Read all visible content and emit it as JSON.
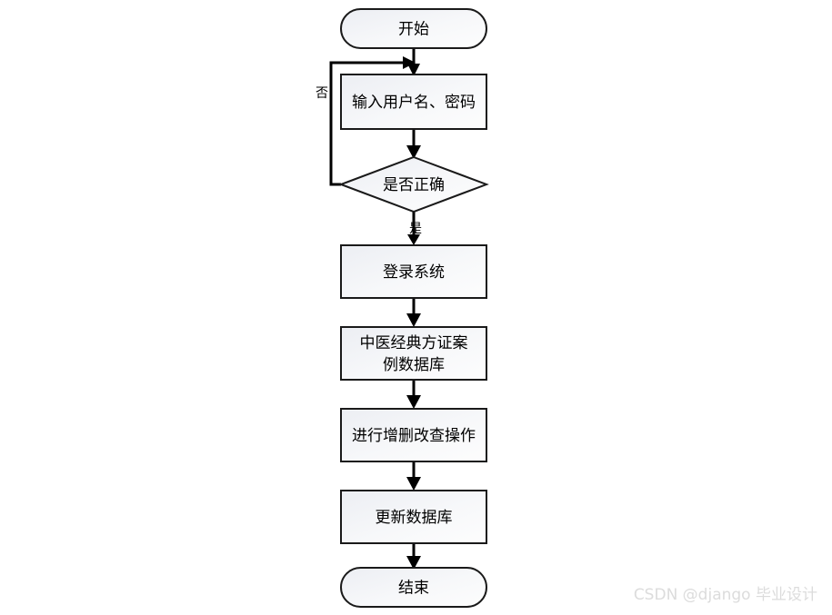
{
  "diagram": {
    "type": "flowchart",
    "orientation": "top-to-bottom",
    "background_color": "#ffffff",
    "node_fill_start": "#eceef3",
    "node_fill_end": "#fdfdfd",
    "node_border_color": "#1a1a1a",
    "edge_color": "#000000",
    "nodes": [
      {
        "id": "start",
        "shape": "stadium",
        "label": "开始"
      },
      {
        "id": "input",
        "shape": "rectangle",
        "label": "输入用户名、密码"
      },
      {
        "id": "decide",
        "shape": "diamond",
        "label": "是否正确"
      },
      {
        "id": "login",
        "shape": "rectangle",
        "label": "登录系统"
      },
      {
        "id": "db",
        "shape": "rectangle",
        "label_line1": "中医经典方证案",
        "label_line2": "例数据库"
      },
      {
        "id": "crud",
        "shape": "rectangle",
        "label": "进行增删改查操作"
      },
      {
        "id": "update",
        "shape": "rectangle",
        "label": "更新数据库"
      },
      {
        "id": "end",
        "shape": "stadium",
        "label": "结束"
      }
    ],
    "edges": [
      {
        "from": "start",
        "to": "input",
        "label": ""
      },
      {
        "from": "input",
        "to": "decide",
        "label": ""
      },
      {
        "from": "decide",
        "to": "login",
        "label": "是"
      },
      {
        "from": "decide",
        "to": "input",
        "label": "否"
      },
      {
        "from": "login",
        "to": "db",
        "label": ""
      },
      {
        "from": "db",
        "to": "crud",
        "label": ""
      },
      {
        "from": "crud",
        "to": "update",
        "label": ""
      },
      {
        "from": "update",
        "to": "end",
        "label": ""
      }
    ],
    "edge_labels": {
      "yes": "是",
      "no": "否"
    }
  },
  "watermark": {
    "text": "CSDN @django  毕业设计"
  }
}
